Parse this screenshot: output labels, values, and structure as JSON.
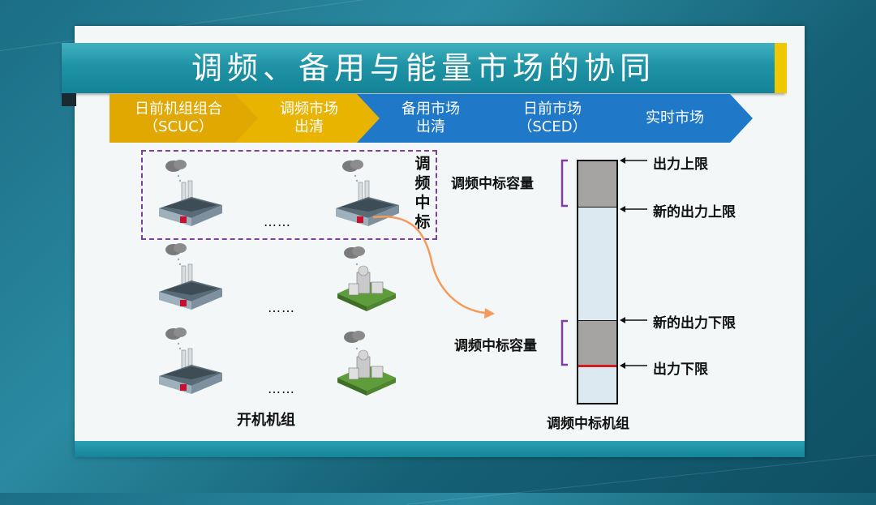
{
  "title": "调频、备用与能量市场的协同",
  "steps": [
    {
      "label": "日前机组组合\n（SCUC）",
      "color": "#e0a800"
    },
    {
      "label": "调频市场\n出清",
      "color": "#e8b400"
    },
    {
      "label": "备用市场\n出清",
      "color": "#1f78c8"
    },
    {
      "label": "日前市场\n（SCED）",
      "color": "#1f78c8"
    },
    {
      "label": "实时市场",
      "color": "#1f78c8"
    }
  ],
  "left": {
    "selected_label": "调\n频\n中\n标",
    "dots": "……",
    "bottom_label": "开机机组"
  },
  "right": {
    "top_bracket_label": "调频中标容量",
    "bottom_bracket_label": "调频中标容量",
    "upper_limit": "出力上限",
    "new_upper_limit": "新的出力上限",
    "new_lower_limit": "新的出力下限",
    "lower_limit": "出力下限",
    "bottom_label": "调频中标机组"
  },
  "colors": {
    "bracket": "#7e3f9e",
    "arrow": "#f59a5c",
    "lower_limit_line": "#d41c1c",
    "capacity_fill": "#a6a3a3"
  }
}
